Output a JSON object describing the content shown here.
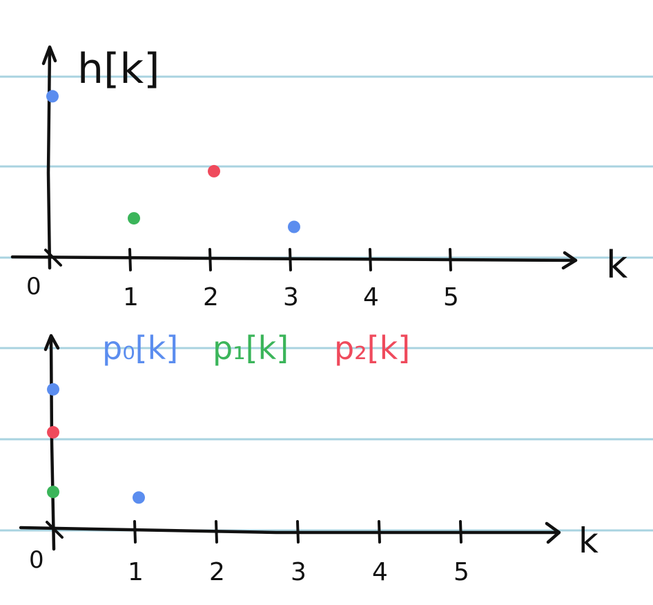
{
  "colors": {
    "paper": "#ffffff",
    "rule_line": "#a9d3e0",
    "ink": "#111111",
    "blue": "#5b8def",
    "green": "#3bb55a",
    "red": "#ef4a5c"
  },
  "top_plot": {
    "ylabel": "h[k]",
    "xlabel": "k",
    "origin_label": "0",
    "ticks": [
      "1",
      "2",
      "3",
      "4",
      "5"
    ],
    "points": [
      {
        "k": 0,
        "color": "blue",
        "level": 0.76
      },
      {
        "k": 1,
        "color": "green",
        "level": 0.19
      },
      {
        "k": 2,
        "color": "red",
        "level": 0.41
      },
      {
        "k": 3,
        "color": "blue",
        "level": 0.15
      }
    ]
  },
  "bottom_plot": {
    "xlabel": "k",
    "origin_label": "0",
    "ticks": [
      "1",
      "2",
      "3",
      "4",
      "5"
    ],
    "legend": [
      {
        "label": "p₀[k]",
        "color": "blue"
      },
      {
        "label": "p₁[k]",
        "color": "green"
      },
      {
        "label": "p₂[k]",
        "color": "red"
      }
    ],
    "points": [
      {
        "k": 0,
        "color": "blue",
        "level": 0.76
      },
      {
        "k": 0,
        "color": "red",
        "level": 0.53
      },
      {
        "k": 0,
        "color": "green",
        "level": 0.21
      },
      {
        "k": 1,
        "color": "blue",
        "level": 0.18
      }
    ]
  }
}
